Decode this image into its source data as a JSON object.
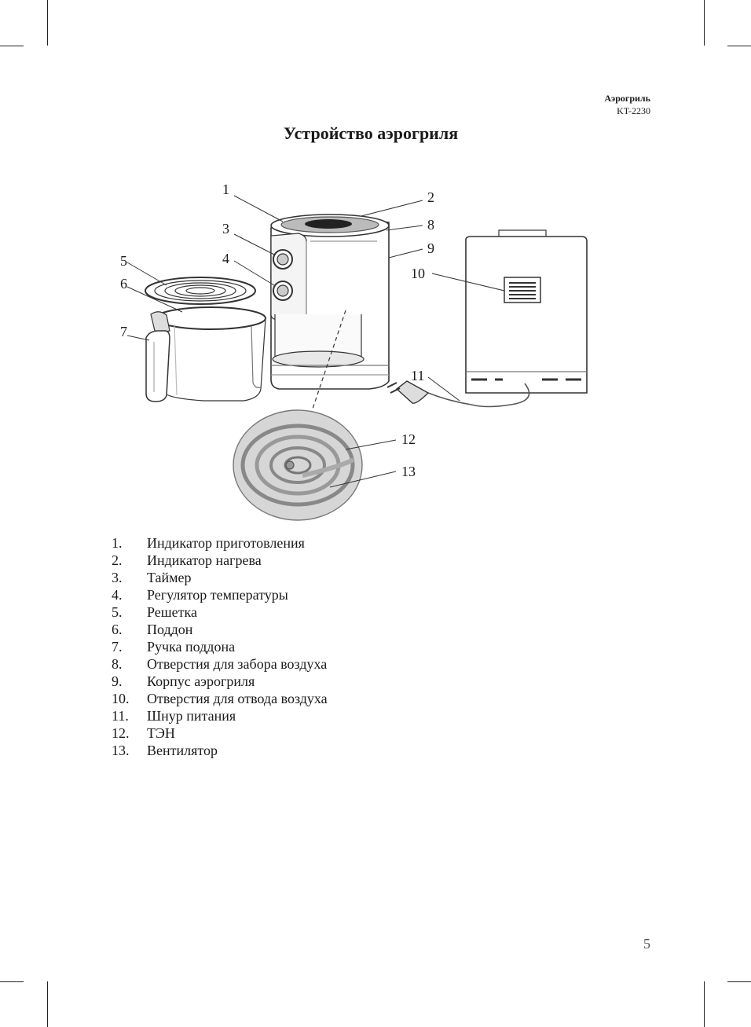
{
  "header": {
    "product": "Аэрогриль",
    "model": "KT-2230"
  },
  "title": "Устройство аэрогриля",
  "figure": {
    "callouts": [
      "1",
      "2",
      "3",
      "4",
      "5",
      "6",
      "7",
      "8",
      "9",
      "10",
      "11",
      "12",
      "13"
    ],
    "colors": {
      "line": "#333333",
      "body": "#ffffff",
      "shade": "#d6d6d6",
      "dark": "#777777"
    }
  },
  "legend": [
    {
      "num": "1.",
      "text": "Индикатор приготовления"
    },
    {
      "num": "2.",
      "text": "Индикатор нагрева"
    },
    {
      "num": "3.",
      "text": "Таймер"
    },
    {
      "num": "4.",
      "text": "Регулятор температуры"
    },
    {
      "num": "5.",
      "text": "Решетка"
    },
    {
      "num": "6.",
      "text": "Поддон"
    },
    {
      "num": "7.",
      "text": "Ручка поддона"
    },
    {
      "num": "8.",
      "text": "Отверстия для забора воздуха"
    },
    {
      "num": "9.",
      "text": "Корпус аэрогриля"
    },
    {
      "num": "10.",
      "text": "Отверстия для отвода воздуха"
    },
    {
      "num": "11.",
      "text": "Шнур питания"
    },
    {
      "num": "12.",
      "text": "ТЭН"
    },
    {
      "num": "13.",
      "text": "Вентилятор"
    }
  ],
  "page_number": "5"
}
